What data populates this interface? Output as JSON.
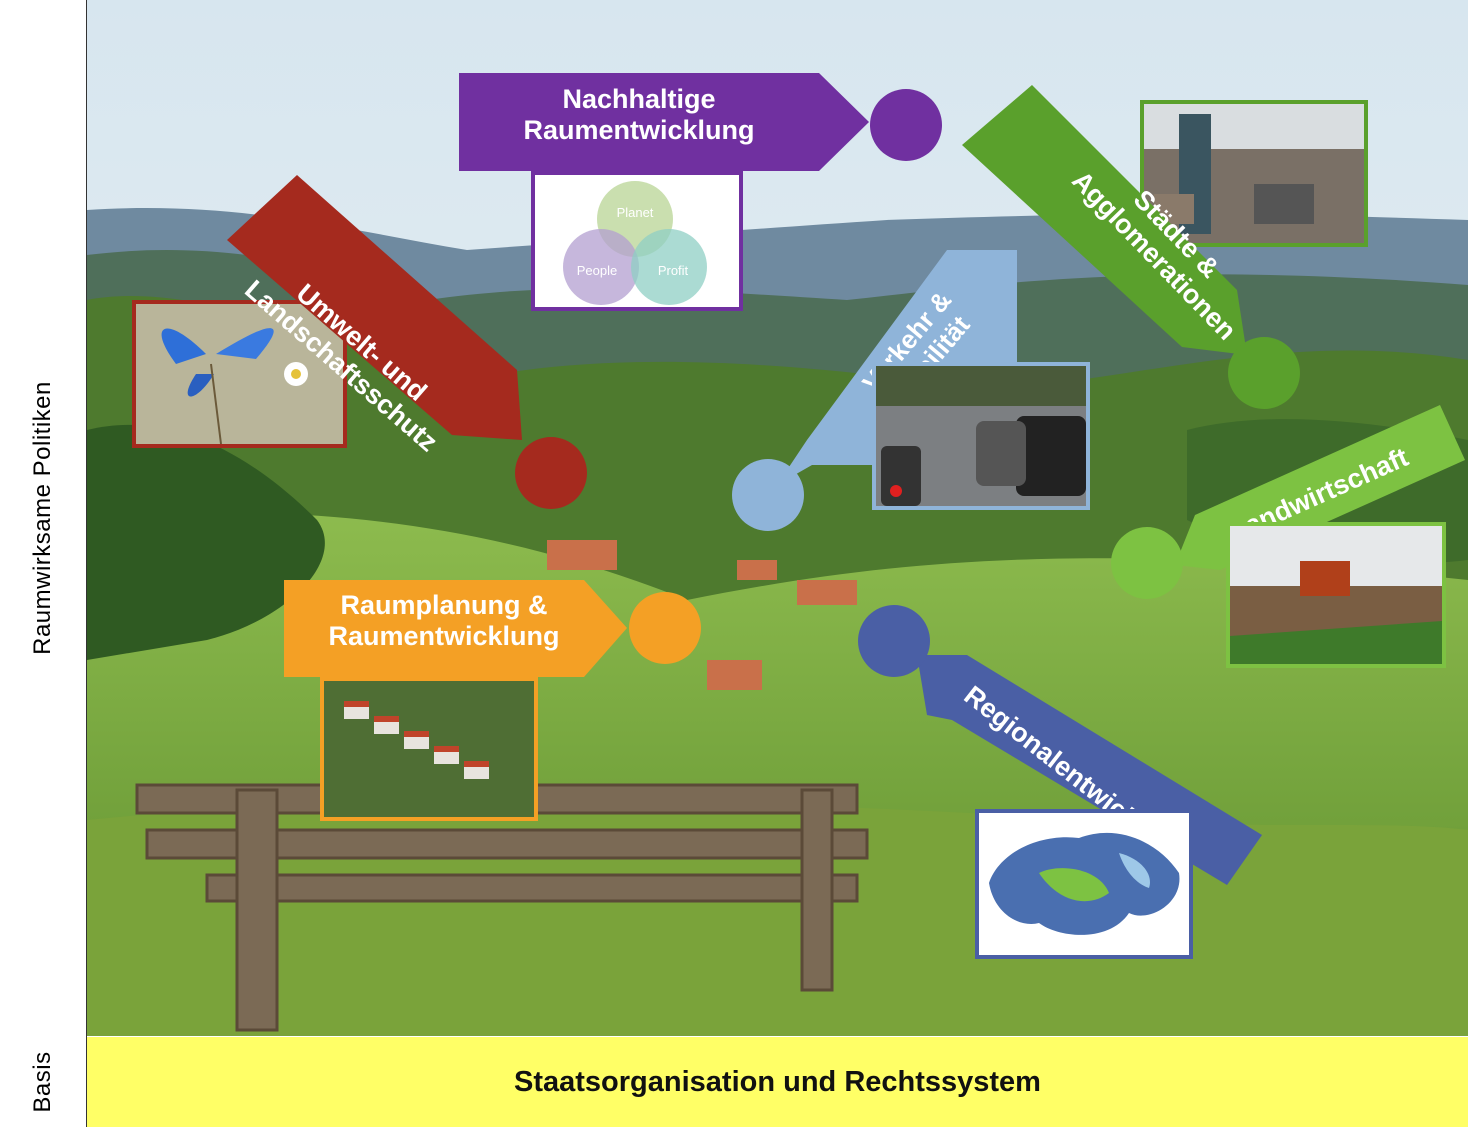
{
  "side_labels": {
    "top": "Raumwirksame Politiken",
    "bottom": "Basis"
  },
  "basis_bar": {
    "text": "Staatsorganisation und Rechtssystem",
    "color": "#ffff66"
  },
  "topics": {
    "nachhaltige": {
      "line1": "Nachhaltige",
      "line2": "Raumentwicklung",
      "color": "#7030a0"
    },
    "umwelt": {
      "line1": "Umwelt- und",
      "line2": "Landschaftsschutz",
      "color": "#a52a1e"
    },
    "staedte": {
      "line1": "Städte &",
      "line2": "Agglomerationen",
      "color": "#5aa02c"
    },
    "verkehr": {
      "line1": "Verkehr &",
      "line2": "Mobilität",
      "color": "#8fb4d9"
    },
    "landwirtschaft": {
      "line1": "Landwirtschaft",
      "color": "#7dc242"
    },
    "raumplanung": {
      "line1": "Raumplanung &",
      "line2": "Raumentwicklung",
      "color": "#f4a025"
    },
    "regional": {
      "line1": "Regionalentwicklung",
      "color": "#4a5fa5"
    }
  },
  "venn": {
    "planet": "Planet",
    "people": "People",
    "profit": "Profit"
  }
}
